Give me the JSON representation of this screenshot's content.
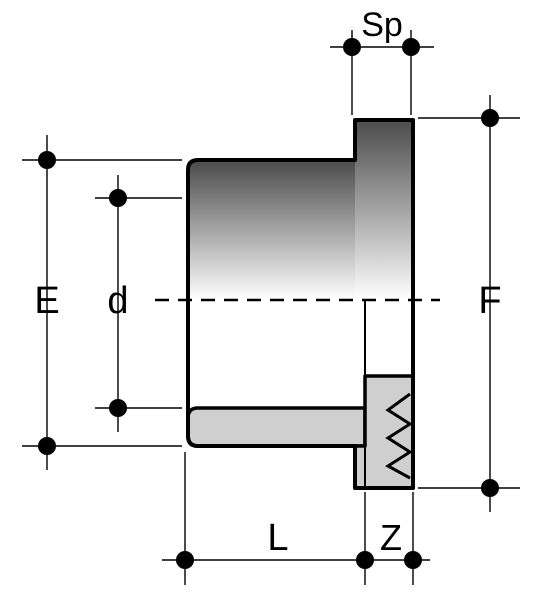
{
  "labels": {
    "sp": "Sp",
    "e": "E",
    "d": "d",
    "f": "F",
    "l": "L",
    "z": "Z"
  },
  "colors": {
    "section_fill": "#cfcfcf",
    "gradient_dark": "#4a4a4a",
    "gradient_light": "#ffffff",
    "outline": "#000000"
  }
}
